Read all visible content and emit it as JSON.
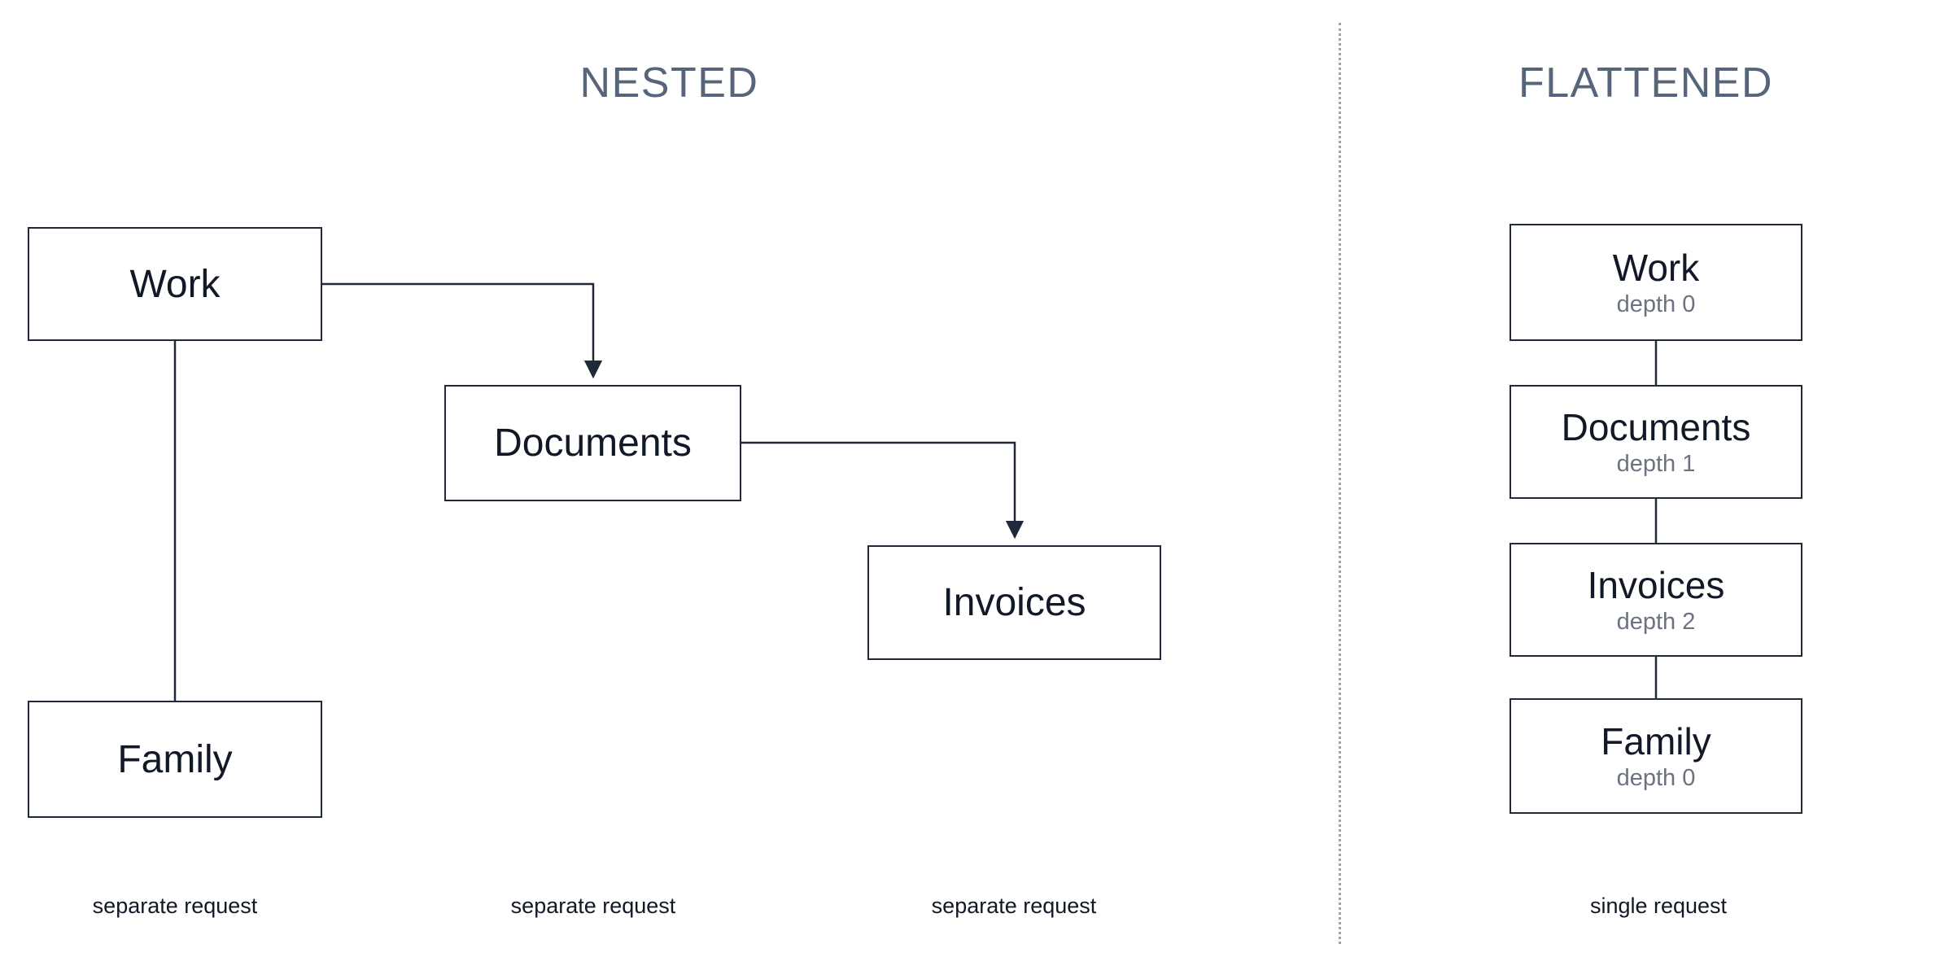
{
  "nested": {
    "title": "NESTED",
    "nodes": {
      "work": "Work",
      "documents": "Documents",
      "invoices": "Invoices",
      "family": "Family"
    },
    "captions": [
      "separate request",
      "separate request",
      "separate request"
    ]
  },
  "flattened": {
    "title": "FLATTENED",
    "nodes": [
      {
        "label": "Work",
        "depth": "depth 0"
      },
      {
        "label": "Documents",
        "depth": "depth 1"
      },
      {
        "label": "Invoices",
        "depth": "depth 2"
      },
      {
        "label": "Family",
        "depth": "depth 0"
      }
    ],
    "caption": "single request"
  },
  "colors": {
    "section_title": "#56657a",
    "node_border": "#1f2937",
    "node_text": "#111827",
    "depth_text": "#6b7280",
    "caption_text": "#111827",
    "divider": "#9ca3af",
    "connector": "#1f2937"
  }
}
